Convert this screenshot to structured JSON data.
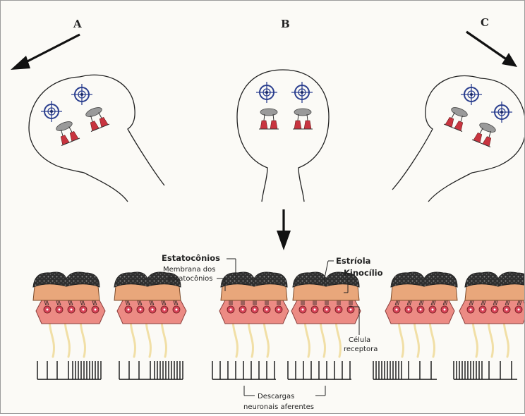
{
  "panels": [
    {
      "letter": "A",
      "tilt": "left"
    },
    {
      "letter": "B",
      "tilt": "upright"
    },
    {
      "letter": "C",
      "tilt": "right"
    }
  ],
  "labels": {
    "statoconia": "Estatocônios",
    "membrane_line1": "Membrana dos",
    "membrane_line2": "estatocônios",
    "striola": "Estríola",
    "kinocilium": "Kinocílio",
    "receptor_line1": "Célula",
    "receptor_line2": "receptora",
    "discharges_line1": "Descargas",
    "discharges_line2": "neuronais aferentes"
  },
  "colors": {
    "statoconia": "#3a3a3a",
    "membrane": "#e9a77b",
    "receptor_layer": "#ec8b84",
    "receptor_cell": "#d9455a",
    "nerve_fiber": "#f1dfa6",
    "target": "#2b3f8f",
    "arrow": "#111111"
  },
  "icons": [
    "direction-arrow-icon",
    "crosshair-target-icon"
  ]
}
